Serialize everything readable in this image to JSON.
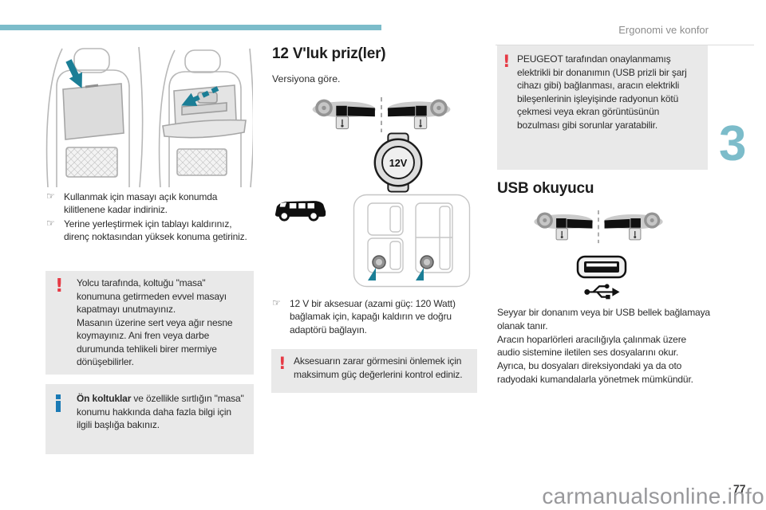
{
  "page": {
    "header_title": "Ergonomi ve konfor",
    "chapter_number": "3",
    "page_number": "77",
    "watermark": "carmanualsonline.info"
  },
  "colors": {
    "teal": "#7cbcca",
    "teal_dark": "#1b7e96",
    "red": "#e63a45",
    "blue": "#1a7ab5",
    "box_bg": "#e9e9e9"
  },
  "left_column": {
    "bullets": [
      {
        "icon": "pointing-hand-icon",
        "text": "Kullanmak için masayı açık konumda kilitlenene kadar indiriniz."
      },
      {
        "icon": "pointing-hand-icon",
        "text": "Yerine yerleştirmek için tablayı kaldırınız, direnç noktasından yüksek konuma getiriniz."
      }
    ],
    "warning_box": {
      "icon": "warning-icon",
      "text": "Yolcu tarafında, koltuğu \"masa\" konumuna getirmeden evvel masayı kapatmayı unutmayınız.\nMasanın üzerine sert veya ağır nesne koymayınız. Ani fren veya darbe durumunda tehlikeli birer mermiye dönüşebilirler."
    },
    "info_box": {
      "icon": "info-icon",
      "bold_text": "Ön koltuklar",
      "text": " ve özellikle sırtlığın \"masa\" konumu hakkında daha fazla bilgi için ilgili başlığa bakınız."
    }
  },
  "middle_column": {
    "title": "12 V'luk priz(ler)",
    "subtitle": "Versiyona göre.",
    "socket_label": "12V",
    "bullet": "12 V bir aksesuar (azami güç: 120 Watt) bağlamak için, kapağı kaldırın ve doğru adaptörü bağlayın.",
    "warning_box": "Aksesuarın zarar görmesini önlemek için maksimum güç değerlerini kontrol ediniz."
  },
  "right_column": {
    "warning_box": "PEUGEOT tarafından onaylanmamış elektrikli bir donanımın (USB prizli bir şarj cihazı gibi) bağlanması, aracın elektrikli bileşenlerinin işleyişinde radyonun kötü çekmesi veya ekran görüntüsünün bozulması gibi sorunlar yaratabilir.",
    "section_title": "USB okuyucu",
    "body": "Seyyar bir donanım veya bir USB bellek bağlamaya olanak tanır.\nAracın hoparlörleri aracılığıyla çalınmak üzere audio sistemine iletilen ses dosyalarını okur.\nAyrıca, bu dosyaları direksiyondaki ya da oto radyodaki kumandalarla yönetmek mümkündür."
  }
}
